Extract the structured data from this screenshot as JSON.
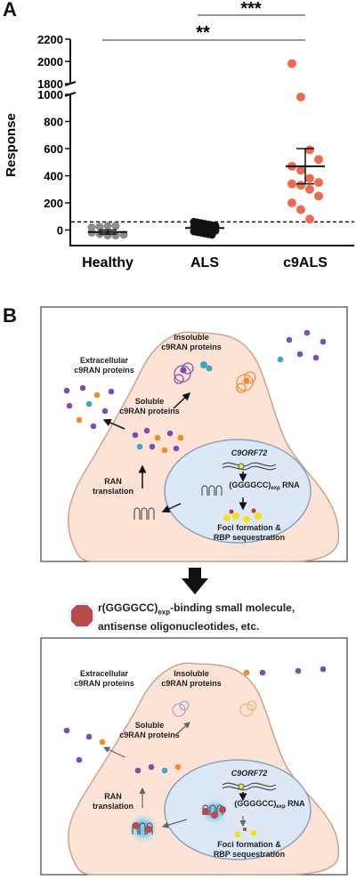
{
  "panel_a": {
    "letter": "A",
    "ylabel": "Response",
    "sig_top": "***",
    "sig_bottom": "**",
    "upper_ticks": [
      "2200",
      "2000",
      "1800"
    ],
    "lower_ticks": [
      "1000",
      "800",
      "600",
      "400",
      "200",
      "0"
    ],
    "categories": [
      "Healthy",
      "ALS",
      "c9ALS"
    ]
  },
  "chart_data": {
    "type": "scatter",
    "ylabel": "Response",
    "categories": [
      "Healthy",
      "ALS",
      "c9ALS"
    ],
    "ylim_lower": [
      -60,
      1000
    ],
    "ylim_upper": [
      1800,
      2200
    ],
    "axis_break": [
      1000,
      1800
    ],
    "threshold_line": 60,
    "series": [
      {
        "category": "Healthy",
        "values": [
          -20,
          -30,
          -40,
          -40,
          -35,
          20,
          25,
          30,
          30
        ],
        "mean": -15,
        "sem_low": -30,
        "sem_high": 0,
        "color": "#8c8c8c"
      },
      {
        "category": "ALS",
        "values": [
          60,
          55,
          50,
          45,
          40,
          35,
          30,
          25,
          20,
          15,
          10,
          5,
          0,
          -5,
          -10,
          -15,
          -20,
          -25,
          -30,
          -35
        ],
        "mean": 15,
        "sem_low": 5,
        "sem_high": 25,
        "color": "#111111"
      },
      {
        "category": "c9ALS",
        "values": [
          1980,
          980,
          590,
          520,
          470,
          440,
          380,
          350,
          340,
          330,
          300,
          250,
          200,
          150,
          80
        ],
        "mean": 470,
        "sem_low": 340,
        "sem_high": 600,
        "color": "#ee6a4f"
      }
    ],
    "colors": {
      "healthy": "#8c8c8c",
      "als": "#111111",
      "c9als": "#ee6a4f"
    }
  },
  "panel_b": {
    "letter": "B",
    "top": {
      "extracellular": [
        "Extracellular",
        "c9RAN proteins"
      ],
      "insoluble": [
        "Insoluble",
        "c9RAN proteins"
      ],
      "soluble": [
        "Soluble",
        "c9RAN proteins"
      ],
      "ran": [
        "RAN",
        "translation"
      ],
      "gene": "C9ORF72",
      "rna_main": "(GGGGCC)",
      "rna_sub": "exp",
      "rna_end": " RNA",
      "foci": [
        "Foci formation &",
        "RBP sequestration"
      ]
    },
    "middle": {
      "prefix": "r(GGGGCC)",
      "sub": "exp",
      "rest": "-binding small molecule,",
      "line2": "antisense oligonucleotides, etc."
    },
    "bottom": {
      "extracellular": [
        "Extracellular",
        "c9RAN proteins"
      ],
      "insoluble": [
        "Insoluble",
        "c9RAN proteins"
      ],
      "soluble": [
        "Soluble",
        "c9RAN proteins"
      ],
      "ran": [
        "RAN",
        "translation"
      ],
      "gene": "C9ORF72",
      "rna_main": "(GGGGCC)",
      "rna_sub": "exp",
      "rna_end": " RNA",
      "foci": [
        "Foci formation &",
        "RBP sequestration"
      ]
    },
    "colors": {
      "cell": "#fde3d5",
      "nucleus": "#dce8f5",
      "purple": "#7a4fb0",
      "orange": "#f08a2a",
      "cyan": "#3aa8c8",
      "yellow": "#f3e21a",
      "drug": "#b84a4a"
    }
  }
}
